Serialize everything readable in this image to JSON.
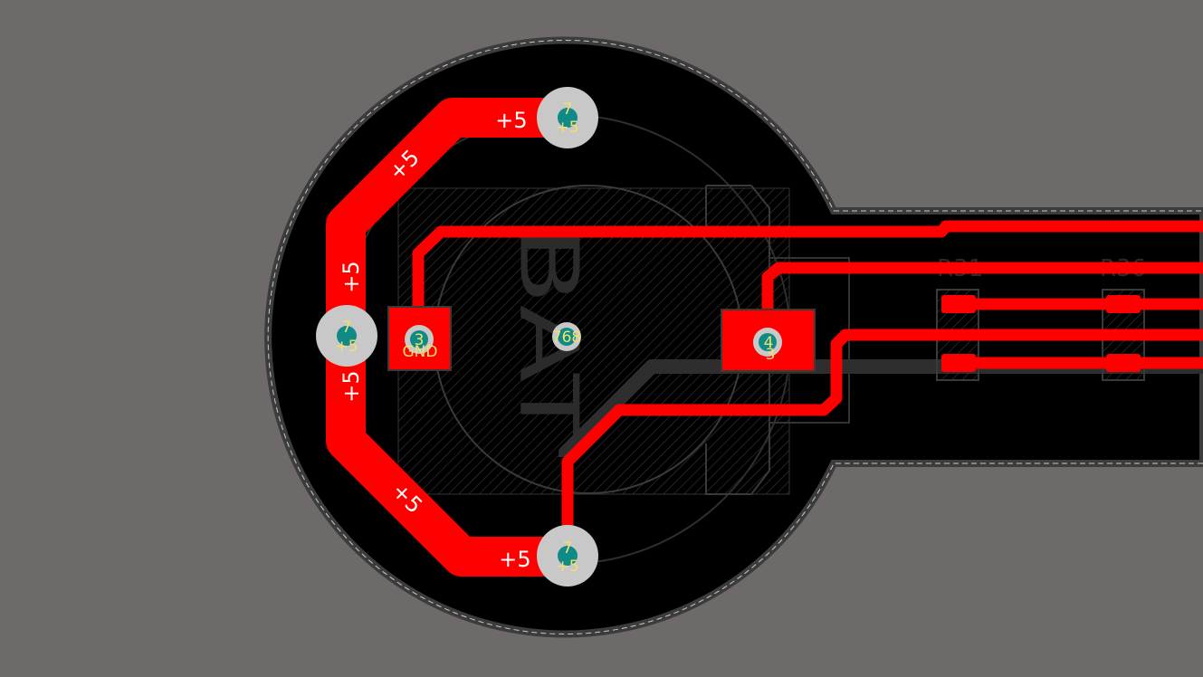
{
  "colors": {
    "background": "#6e6a69",
    "board": "#000000",
    "board_edge": "#3a3a3a",
    "keepout_dash": "#c8c8c8",
    "copper_top": "#ff0000",
    "copper_bottom": "#2e2e2e",
    "via_ring": "#c8c8c8",
    "drill": "#0f8a86",
    "pad_text": "#f4e06a",
    "silkscreen": "#2b2b2b"
  },
  "nets": {
    "power": "+5",
    "ground": "GND"
  },
  "trace_labels": [
    "+5",
    "+5",
    "+5",
    "+5",
    "+5",
    "+5"
  ],
  "pads": [
    {
      "number": "7",
      "net": "+5"
    },
    {
      "number": "7",
      "net": "+5"
    },
    {
      "number": "7",
      "net": "+5"
    },
    {
      "number": "3",
      "net": "GND"
    },
    {
      "number": "4",
      "net": "3"
    }
  ],
  "center_via": {
    "label": "768"
  },
  "silkscreen": {
    "battery_label": "BAT",
    "ref_r31": "R31",
    "ref_r36": "R36"
  }
}
